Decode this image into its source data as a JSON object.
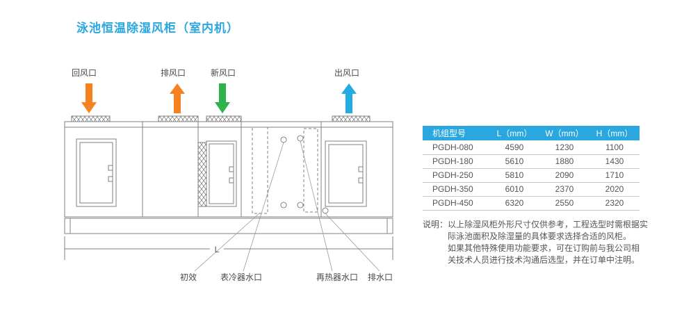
{
  "page": {
    "title": "泳池恒温除湿风柜（室内机）"
  },
  "colors": {
    "accent_blue": "#29a7de",
    "arrow_orange": "#f5821f",
    "arrow_green": "#2db34a",
    "arrow_blue": "#22ace2",
    "line_gray": "#7f7f7f"
  },
  "diagram": {
    "ports": {
      "return": "回风口",
      "exhaust": "排风口",
      "fresh": "新风口",
      "supply": "出风口"
    },
    "dimension_label": "L",
    "components": {
      "filter": "初效",
      "cooler_port": "表冷器水口",
      "reheater_port": "再热器水口",
      "drain_port": "排水口"
    }
  },
  "table": {
    "headers": [
      "机组型号",
      "L（mm）",
      "W（mm）",
      "H（mm）"
    ],
    "rows": [
      {
        "model": "PGDH-080",
        "l": "4590",
        "w": "1230",
        "h": "1100"
      },
      {
        "model": "PGDH-180",
        "l": "5610",
        "w": "1880",
        "h": "1430"
      },
      {
        "model": "PGDH-250",
        "l": "5810",
        "w": "2090",
        "h": "1710"
      },
      {
        "model": "PGDH-350",
        "l": "6010",
        "w": "2370",
        "h": "2020"
      },
      {
        "model": "PGDH-450",
        "l": "6320",
        "w": "2550",
        "h": "2320"
      }
    ]
  },
  "note": {
    "lines": [
      "说明：以上除湿风柜外形尺寸仅供参考，工程选型时需根据实",
      "际泳池面积及除湿量的具体要求选择合适的风柜。",
      "如果其他特殊使用功能要求，可在订购前与我公司相",
      "关技术人员进行技术沟通后选型，并在订单中注明。"
    ]
  }
}
